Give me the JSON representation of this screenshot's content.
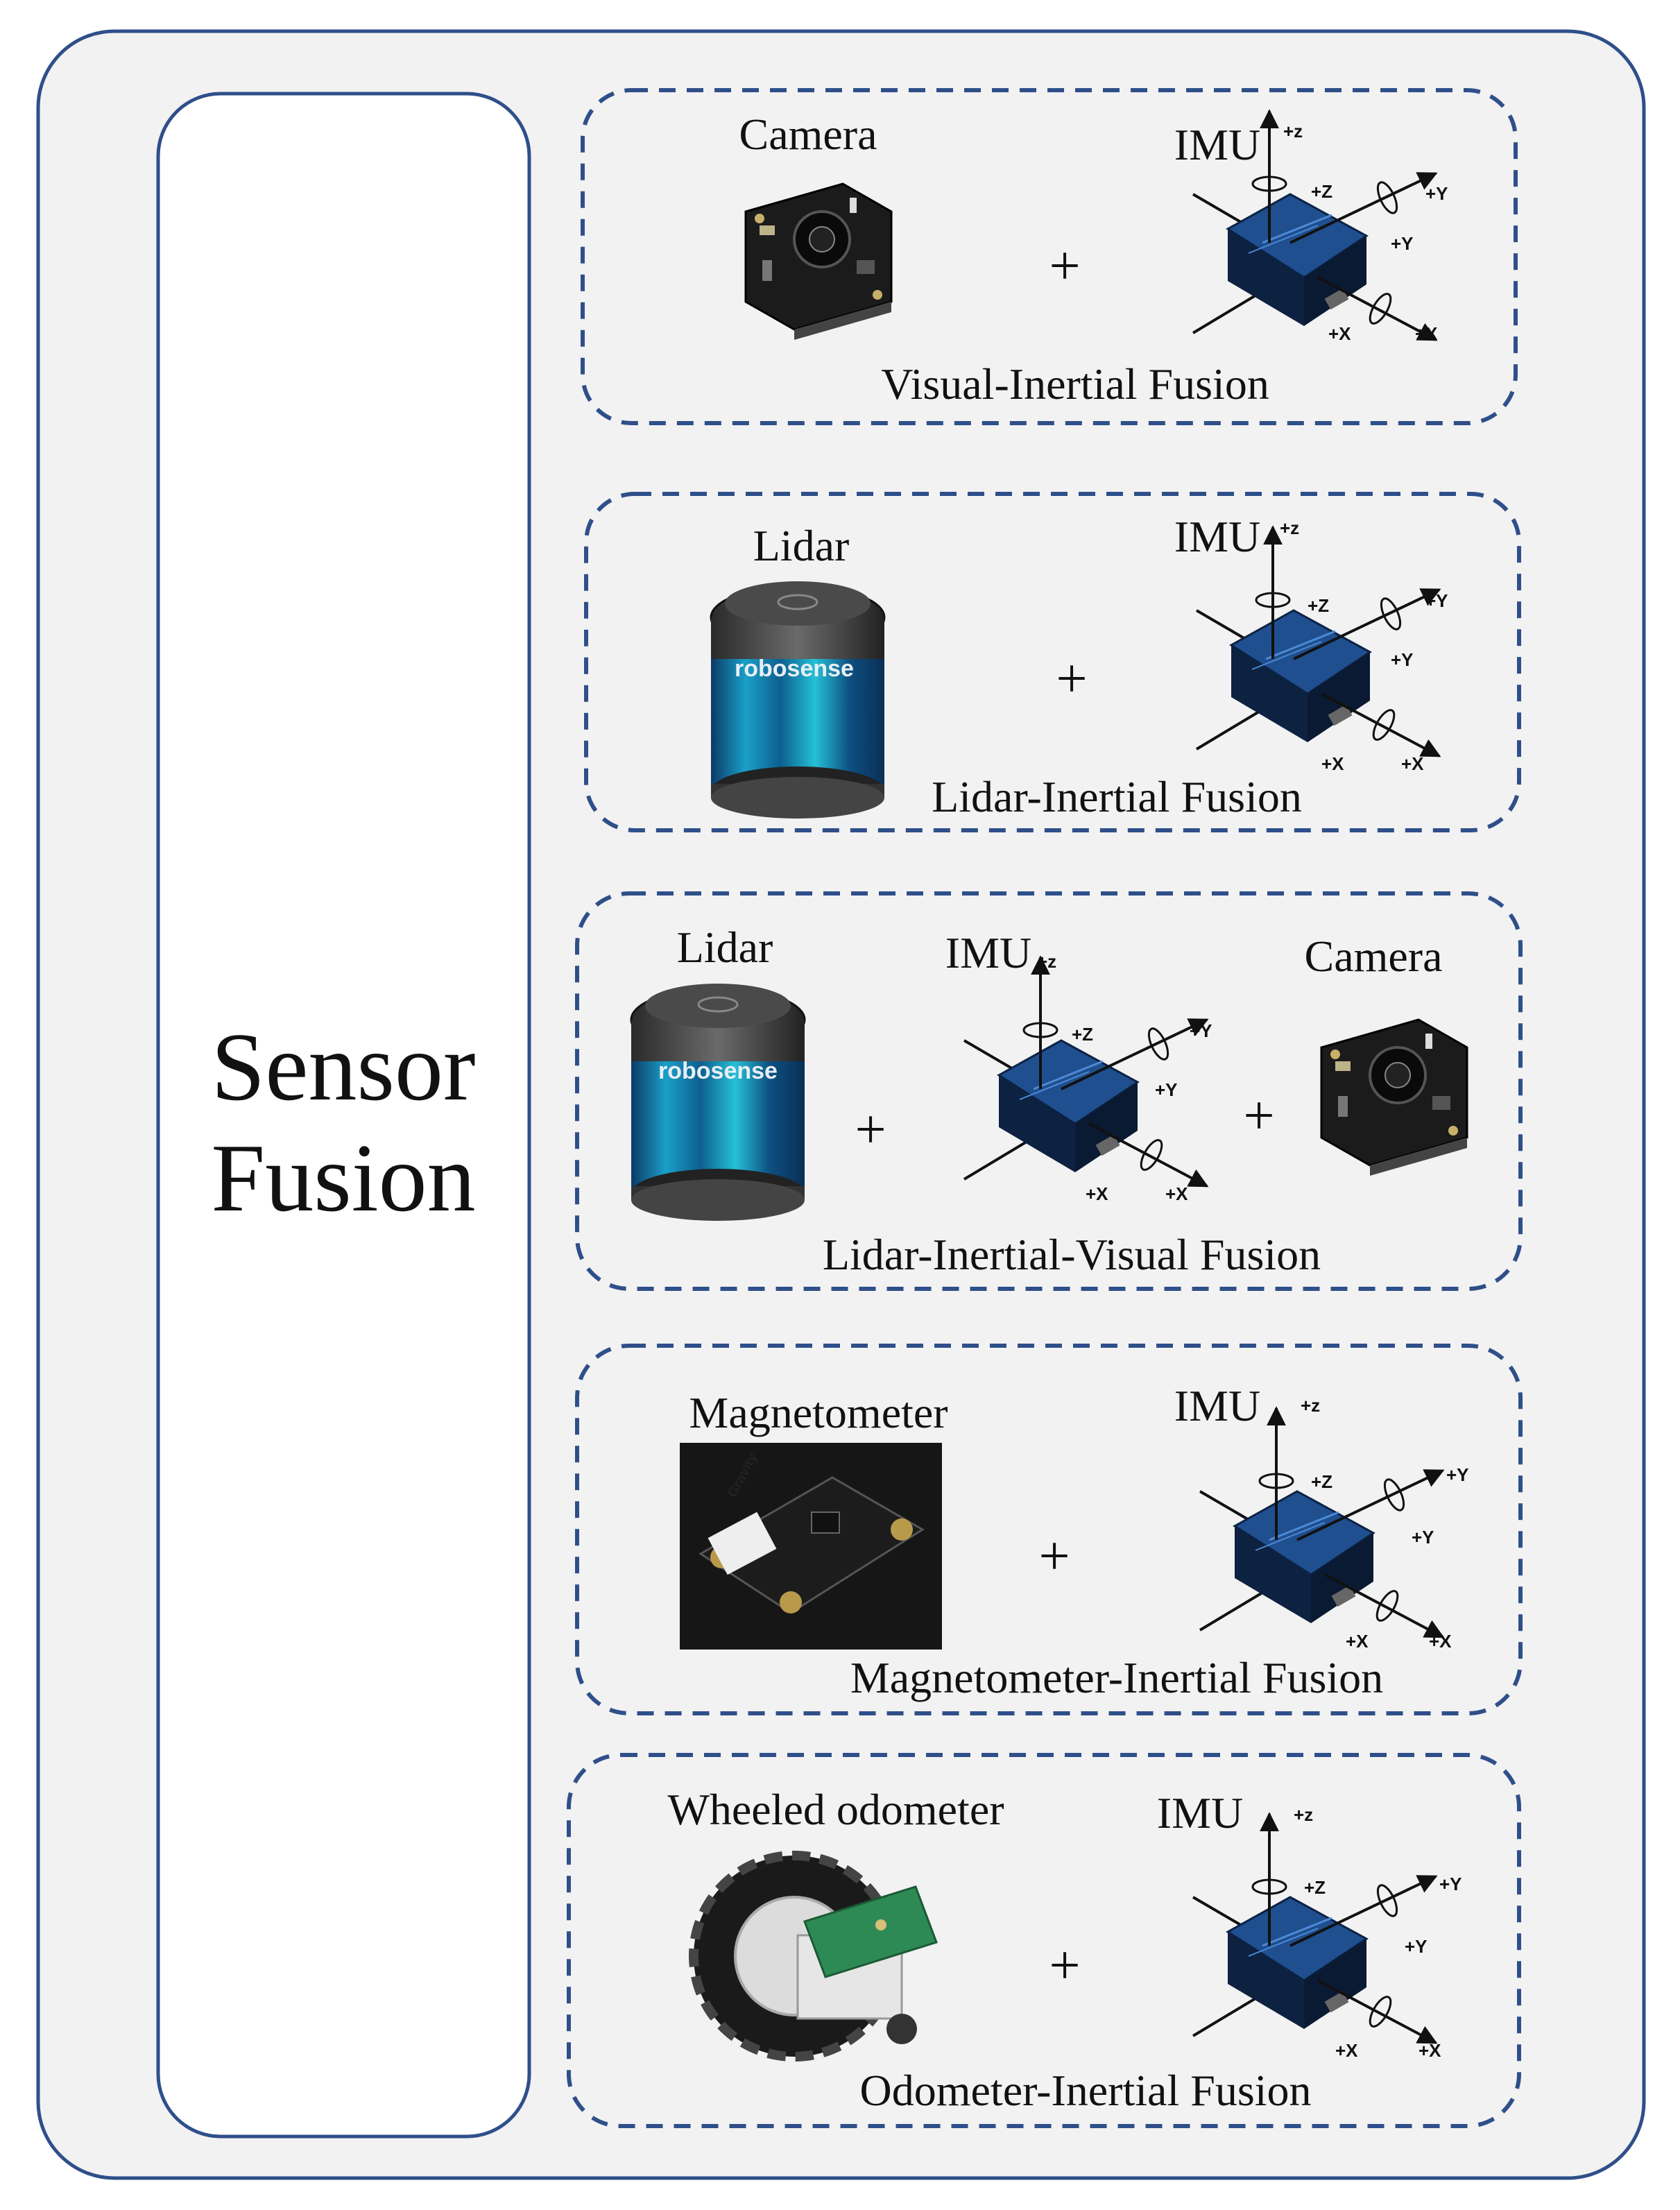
{
  "colors": {
    "frame_border": "#2f4f8a",
    "frame_fill": "#f2f2f2",
    "dash_border": "#2f4f8a",
    "title_box_fill": "#ffffff",
    "imu_body": "#1a3a6e",
    "lidar_band": "#1f8fb0"
  },
  "title": {
    "line1": "Sensor",
    "line2": "Fusion"
  },
  "axis_labels": {
    "z": "+z",
    "Z": "+Z",
    "Y": "+Y",
    "X": "+X"
  },
  "plus": "+",
  "panels": [
    {
      "sensors": [
        "Camera",
        "IMU"
      ],
      "fusion": "Visual-Inertial Fusion"
    },
    {
      "sensors": [
        "Lidar",
        "IMU"
      ],
      "fusion": "Lidar-Inertial Fusion",
      "brand": "robosense"
    },
    {
      "sensors": [
        "Lidar",
        "IMU",
        "Camera"
      ],
      "fusion": "Lidar-Inertial-Visual Fusion",
      "brand": "robosense"
    },
    {
      "sensors": [
        "Magnetometer",
        "IMU"
      ],
      "fusion": "Magnetometer-Inertial Fusion",
      "board_text": "Gravity"
    },
    {
      "sensors": [
        "Wheeled odometer",
        "IMU"
      ],
      "fusion": "Odometer-Inertial Fusion"
    }
  ]
}
